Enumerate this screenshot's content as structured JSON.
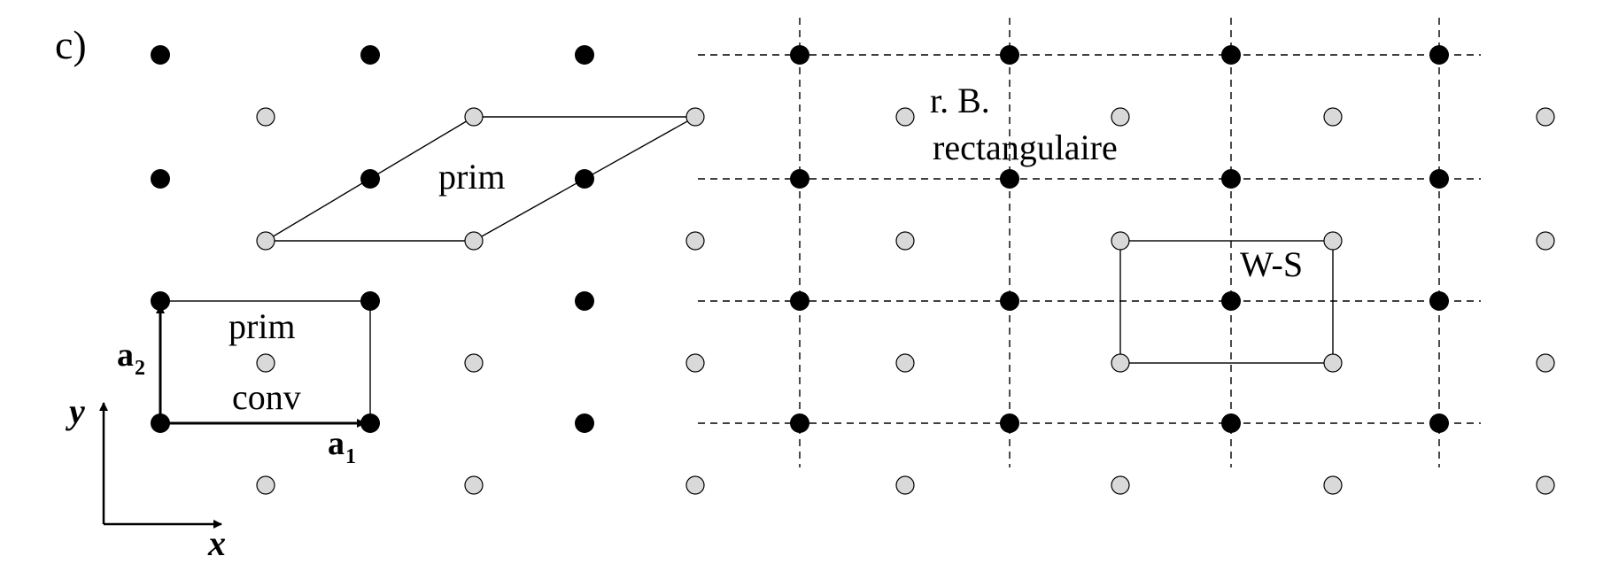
{
  "panel_label": "c)",
  "labels": {
    "prim_oblique": "prim",
    "prim_rect": "prim",
    "conv": "conv",
    "reciprocal_line1": "r. B.",
    "reciprocal_line2": "rectangulaire",
    "wigner_seitz": "W-S"
  },
  "vectors": {
    "a1": {
      "symbol": "a",
      "subscript": "1"
    },
    "a2": {
      "symbol": "a",
      "subscript": "2"
    }
  },
  "axes": {
    "x": "x",
    "y": "y"
  },
  "colors": {
    "filled_point": "#000000",
    "open_point_fill": "#d9d9d9",
    "line": "#000000"
  }
}
